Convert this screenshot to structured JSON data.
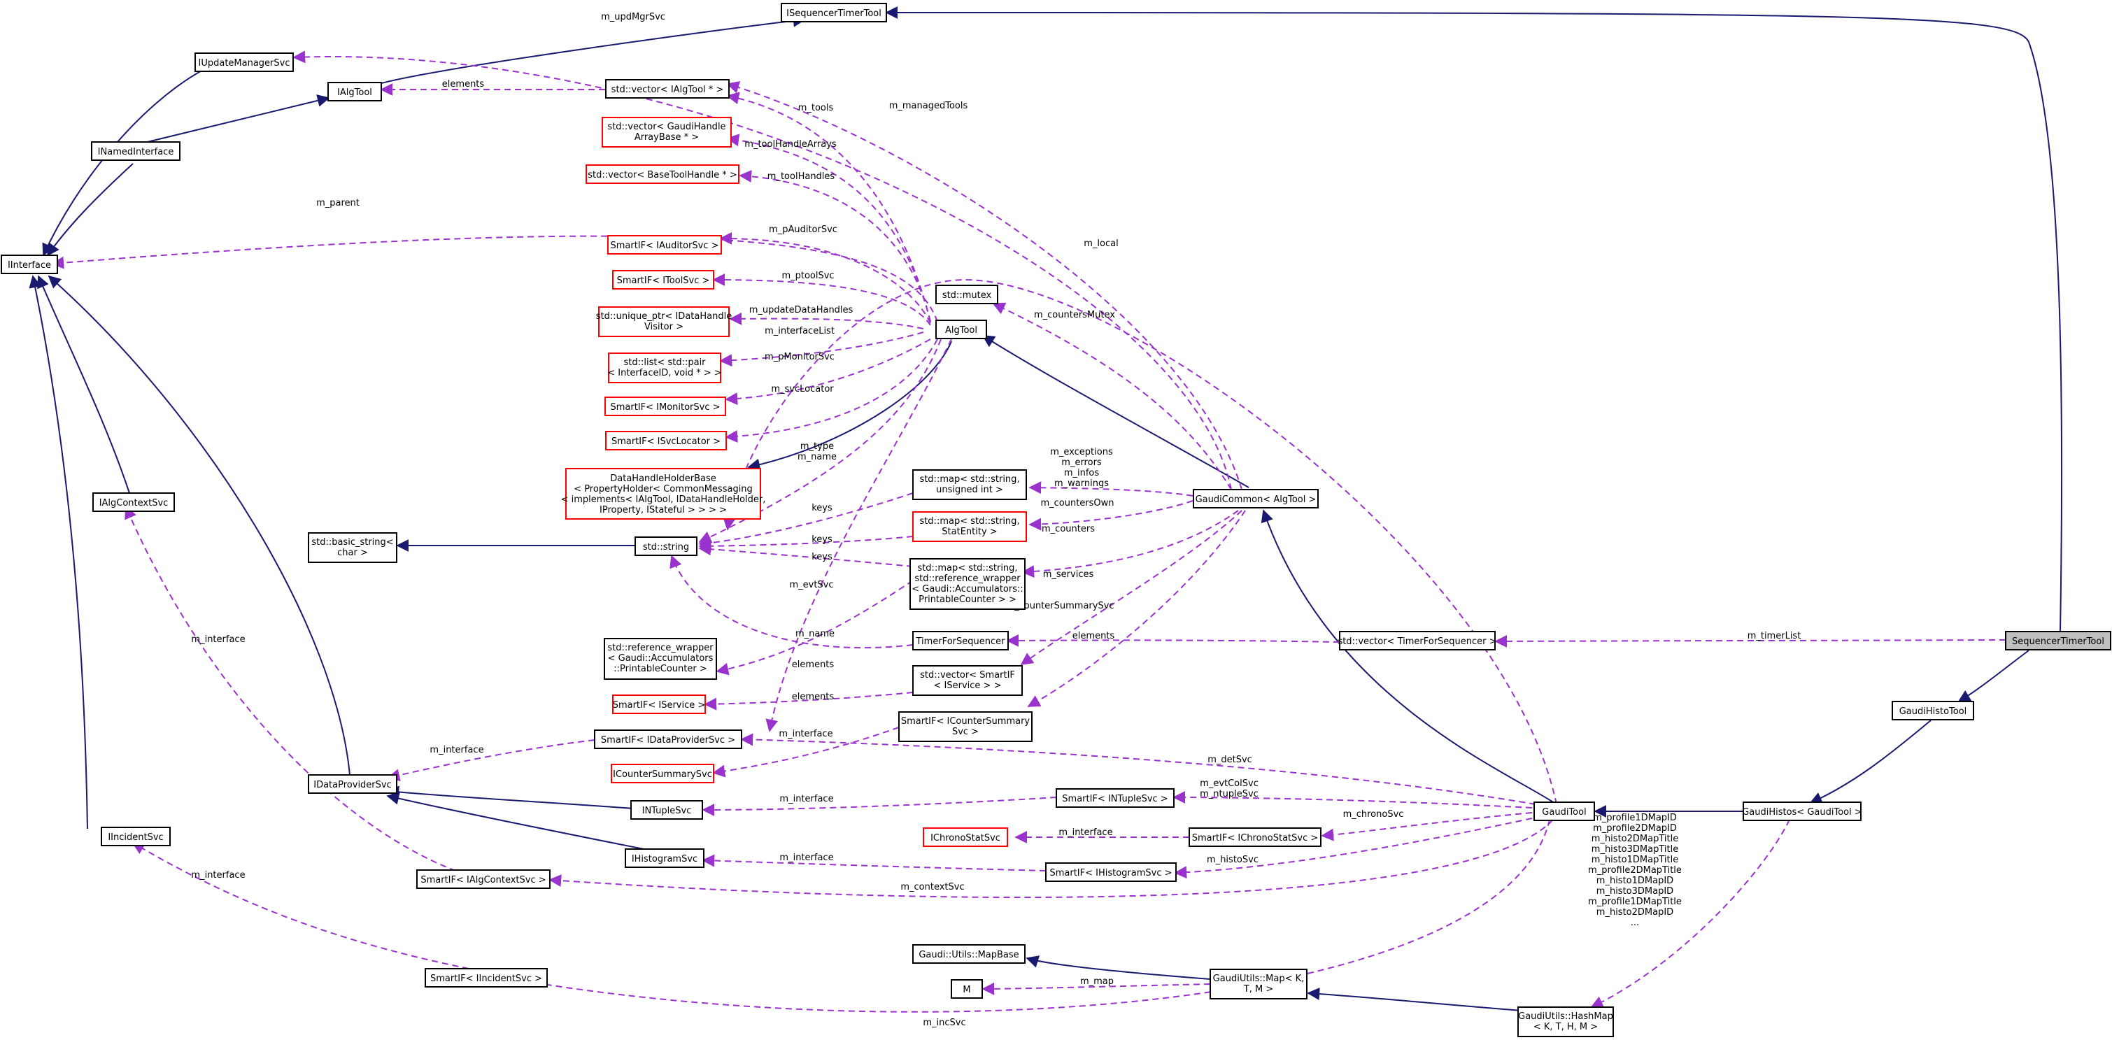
{
  "nodes": {
    "ISequencerTimerTool": [
      "ISequencerTimerTool"
    ],
    "IUpdateManagerSvc": [
      "IUpdateManagerSvc"
    ],
    "IAlgTool": [
      "IAlgTool"
    ],
    "INamedInterface": [
      "INamedInterface"
    ],
    "IInterface": [
      "IInterface"
    ],
    "IAlgContextSvc": [
      "IAlgContextSvc"
    ],
    "IDataProviderSvc": [
      "IDataProviderSvc"
    ],
    "IIncidentSvc": [
      "IIncidentSvc"
    ],
    "vecIAlgTool": [
      "std::vector< IAlgTool * >"
    ],
    "vecGaudiHandle": [
      "std::vector< GaudiHandle",
      "ArrayBase * >"
    ],
    "vecBaseToolHandle": [
      "std::vector< BaseToolHandle * >"
    ],
    "SmartIFAuditor": [
      "SmartIF< IAuditorSvc >"
    ],
    "SmartIFTool": [
      "SmartIF< IToolSvc >"
    ],
    "uniquePtr": [
      "std::unique_ptr< IDataHandle",
      "Visitor >"
    ],
    "listPair": [
      "std::list< std::pair",
      "< InterfaceID, void * > >"
    ],
    "SmartIFMonitor": [
      "SmartIF< IMonitorSvc >"
    ],
    "SmartIFSvcLocator": [
      "SmartIF< ISvcLocator >"
    ],
    "DataHandleHolderBase": [
      "DataHandleHolderBase",
      "< PropertyHolder< CommonMessaging",
      "< implements< IAlgTool, IDataHandleHolder,",
      "IProperty, IStateful > > > >"
    ],
    "basicString": [
      "std::basic_string<",
      "char >"
    ],
    "stdString": [
      "std::string"
    ],
    "stdMutex": [
      "std::mutex"
    ],
    "AlgTool": [
      "AlgTool"
    ],
    "mapUnsigned": [
      "std::map< std::string,",
      "unsigned int >"
    ],
    "mapStatEntity": [
      "std::map< std::string,",
      "StatEntity >"
    ],
    "mapRefWrapper": [
      "std::map< std::string,",
      "std::reference_wrapper",
      "< Gaudi::Accumulators::",
      "PrintableCounter > >"
    ],
    "refWrapper": [
      "std::reference_wrapper",
      "< Gaudi::Accumulators",
      "::PrintableCounter >"
    ],
    "TimerForSequencer": [
      "TimerForSequencer"
    ],
    "SmartIFService": [
      "SmartIF< IService >"
    ],
    "vecSmartIF": [
      "std::vector< SmartIF",
      "< IService > >"
    ],
    "SmartIFDataProvider": [
      "SmartIF< IDataProviderSvc >"
    ],
    "SmartIFCounterSummary": [
      "SmartIF< ICounterSummary",
      "Svc >"
    ],
    "ICounterSummarySvc": [
      "ICounterSummarySvc"
    ],
    "GaudiCommon": [
      "GaudiCommon< AlgTool >"
    ],
    "vecTimer": [
      "std::vector< TimerForSequencer >"
    ],
    "SequencerTimerTool": [
      "SequencerTimerTool"
    ],
    "GaudiHistoTool": [
      "GaudiHistoTool"
    ],
    "GaudiHistos": [
      "GaudiHistos< GaudiTool >"
    ],
    "INTupleSvc": [
      "INTupleSvc"
    ],
    "SmartIFNTuple": [
      "SmartIF< INTupleSvc >"
    ],
    "IChronoStatSvc": [
      "IChronoStatSvc"
    ],
    "SmartIFChrono": [
      "SmartIF< IChronoStatSvc >"
    ],
    "GaudiTool": [
      "GaudiTool"
    ],
    "IHistogramSvc": [
      "IHistogramSvc"
    ],
    "SmartIFHistogram": [
      "SmartIF< IHistogramSvc >"
    ],
    "SmartIFAlgContext": [
      "SmartIF< IAlgContextSvc >"
    ],
    "MapBase": [
      "Gaudi::Utils::MapBase"
    ],
    "GaudiUtilsMap": [
      "GaudiUtils::Map< K,",
      "T, M >"
    ],
    "M": [
      "M"
    ],
    "HashMap": [
      "GaudiUtils::HashMap",
      "< K, T, H, M >"
    ],
    "SmartIFIncident": [
      "SmartIF< IIncidentSvc >"
    ]
  },
  "edge_labels": {
    "m_updMgrSvc": [
      "m_updMgrSvc"
    ],
    "elements_iat": [
      "elements"
    ],
    "m_managedTools": [
      "m_managedTools"
    ],
    "m_tools": [
      "m_tools"
    ],
    "m_toolHandleArrays": [
      "m_toolHandleArrays"
    ],
    "m_toolHandles": [
      "m_toolHandles"
    ],
    "m_parent": [
      "m_parent"
    ],
    "m_pAuditorSvc": [
      "m_pAuditorSvc"
    ],
    "m_local": [
      "m_local"
    ],
    "m_ptoolSvc": [
      "m_ptoolSvc"
    ],
    "m_countersMutex": [
      "m_countersMutex"
    ],
    "m_updateDataHandles": [
      "m_updateDataHandles"
    ],
    "m_interfaceList": [
      "m_interfaceList"
    ],
    "m_pMonitorSvc": [
      "m_pMonitorSvc"
    ],
    "m_svcLocator": [
      "m_svcLocator"
    ],
    "m_type_name": [
      "m_type",
      "m_name"
    ],
    "m_exceptions": [
      "m_exceptions",
      "m_errors",
      "m_infos",
      "m_warnings"
    ],
    "keys1": [
      "keys"
    ],
    "m_countersOwn": [
      "m_countersOwn"
    ],
    "keys2": [
      "keys"
    ],
    "m_counters": [
      "m_counters"
    ],
    "keys3": [
      "keys"
    ],
    "m_services": [
      "m_services"
    ],
    "m_evtSvc": [
      "m_evtSvc"
    ],
    "m_counterSummarySvc": [
      "m_counterSummarySvc"
    ],
    "m_interface_ac": [
      "m_interface"
    ],
    "m_name2": [
      "m_name"
    ],
    "elements_tfs": [
      "elements"
    ],
    "m_timerList": [
      "m_timerList"
    ],
    "elements_rw": [
      "elements"
    ],
    "elements_svc": [
      "elements"
    ],
    "m_interface_cs": [
      "m_interface"
    ],
    "m_interface_dp": [
      "m_interface"
    ],
    "m_detSvc": [
      "m_detSvc"
    ],
    "m_evtColSvc": [
      "m_evtColSvc",
      "m_ntupleSvc"
    ],
    "m_interface_nt": [
      "m_interface"
    ],
    "m_chronoSvc": [
      "m_chronoSvc"
    ],
    "m_interface_ch": [
      "m_interface"
    ],
    "m_histoSvc": [
      "m_histoSvc"
    ],
    "m_interface_hs": [
      "m_interface"
    ],
    "m_contextSvc": [
      "m_contextSvc"
    ],
    "m_histo_ids": [
      "m_profile1DMapID",
      "m_profile2DMapID",
      "m_histo2DMapTitle",
      "m_histo3DMapTitle",
      "m_histo1DMapTitle",
      "m_profile2DMapTitle",
      "m_histo1DMapID",
      "m_histo3DMapID",
      "m_profile1DMapTitle",
      "m_histo2DMapID",
      "..."
    ],
    "m_interface_inc": [
      "m_interface"
    ],
    "m_map": [
      "m_map"
    ],
    "m_incSvc": [
      "m_incSvc"
    ]
  }
}
